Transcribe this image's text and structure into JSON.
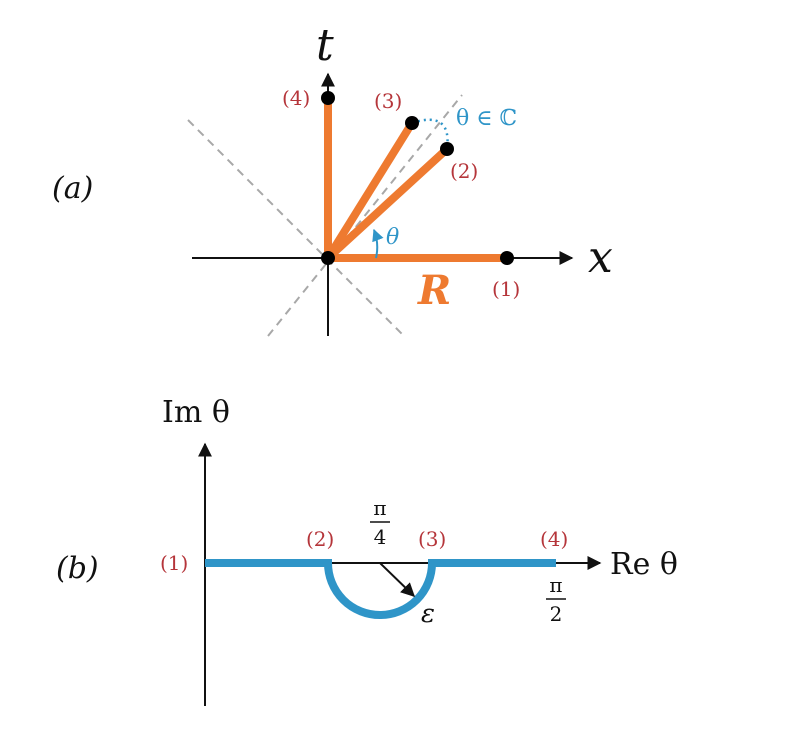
{
  "panel_a": {
    "label": "(a)",
    "axis_t": "t",
    "axis_x": "x",
    "region_label": "R",
    "angle_label": "θ",
    "complex_label": "θ ∈ ℂ",
    "points": [
      "(1)",
      "(2)",
      "(3)",
      "(4)"
    ]
  },
  "panel_b": {
    "label": "(b)",
    "im_axis": "Im θ",
    "re_axis": "Re θ",
    "points": [
      "(1)",
      "(2)",
      "(3)",
      "(4)"
    ],
    "tick_pi4_num": "π",
    "tick_pi4_den": "4",
    "tick_pi2_num": "π",
    "tick_pi2_den": "2",
    "epsilon_label": "ε"
  },
  "colors": {
    "contour_orange": "#ee7a30",
    "contour_blue": "#2f95c8",
    "point_label_red": "#b5353a",
    "guide_gray": "#a8a8a8"
  }
}
